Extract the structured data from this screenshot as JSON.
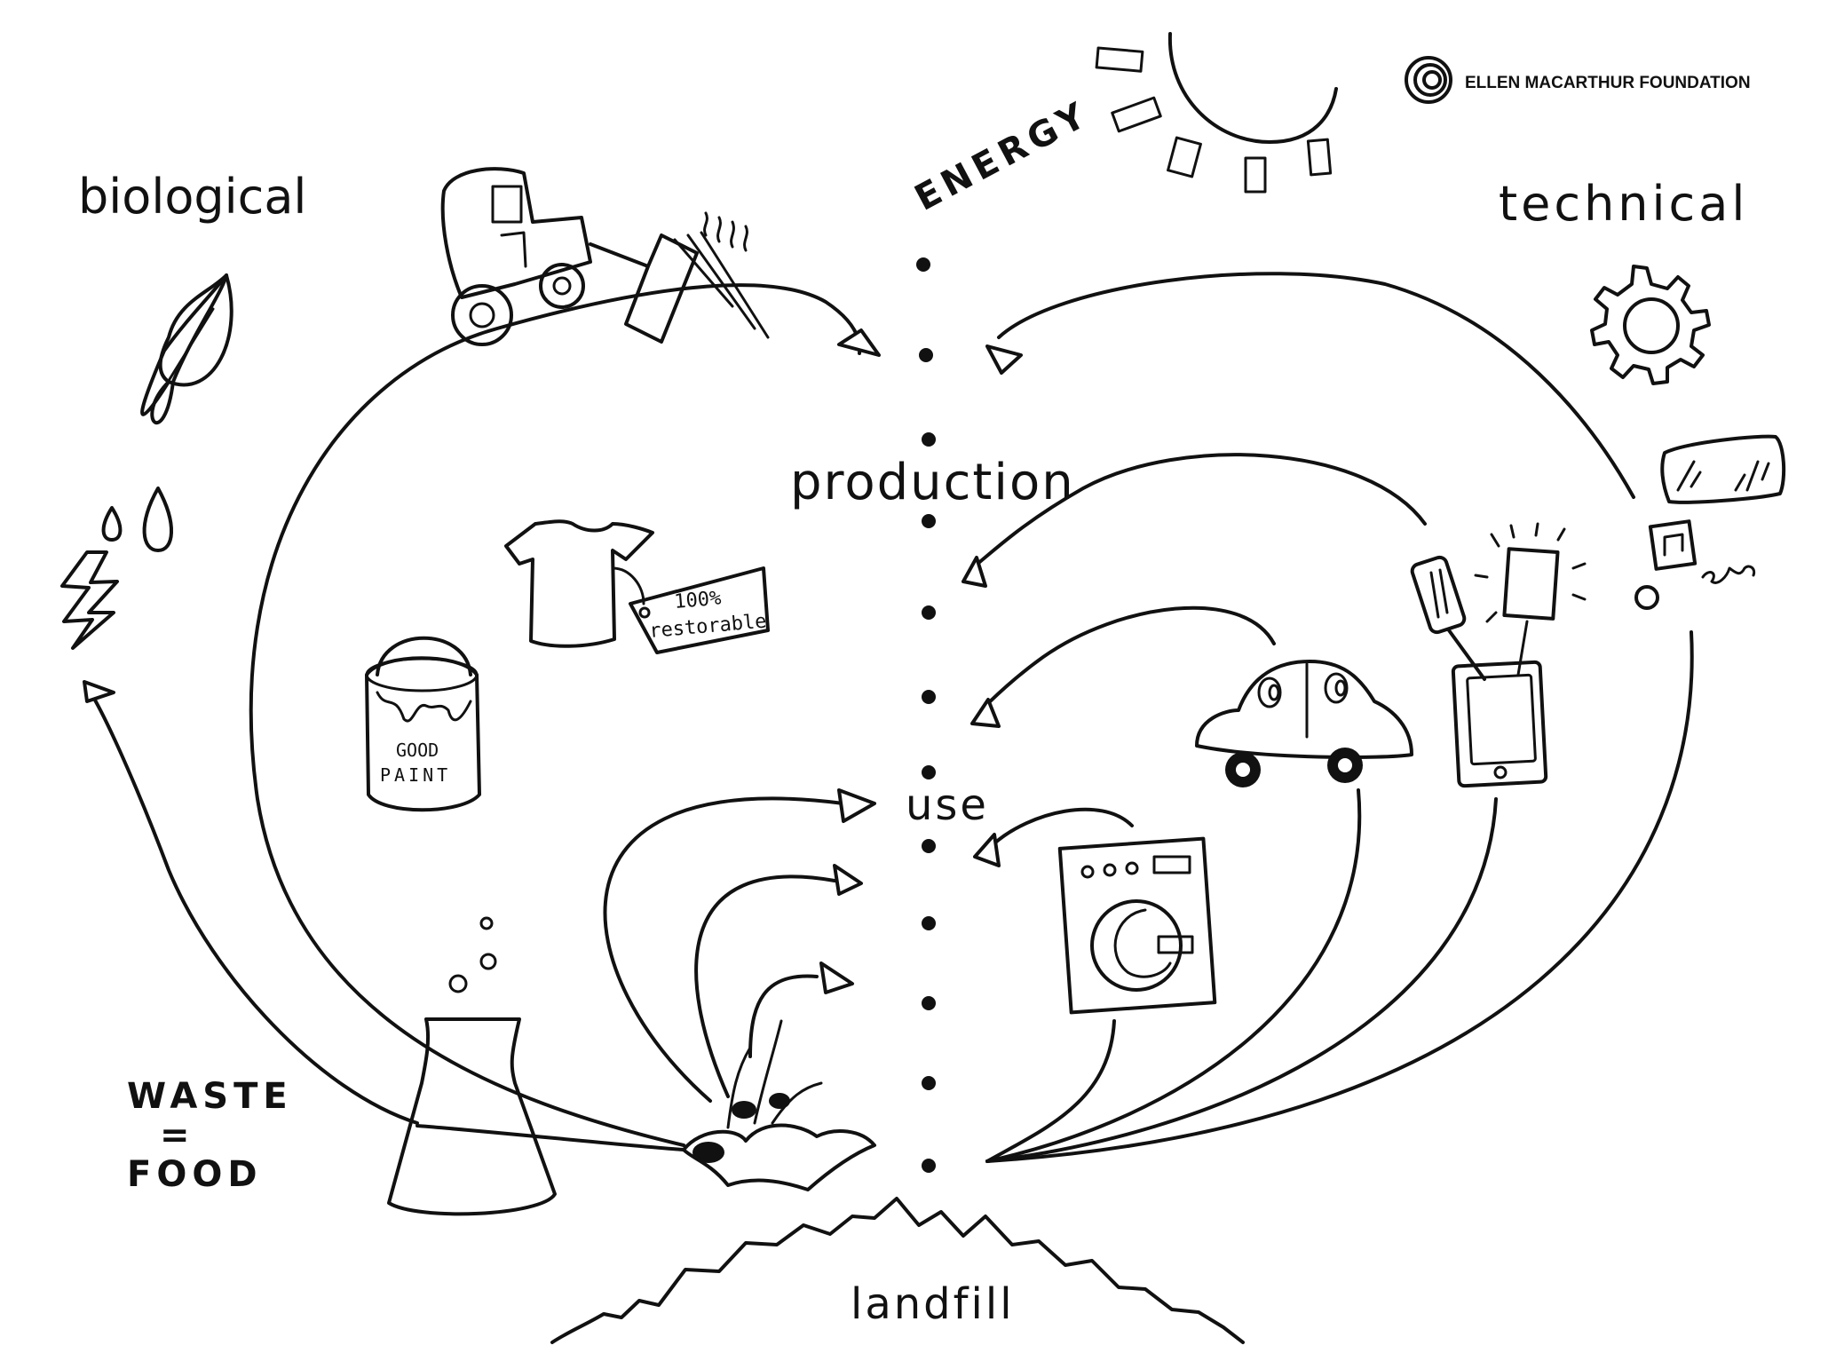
{
  "logo": {
    "text": "ELLEN MACARTHUR FOUNDATION"
  },
  "labels": {
    "biological": "biological",
    "technical": "technical",
    "energy": "ENERGY",
    "production": "production",
    "use": "use",
    "waste": "WASTE",
    "equals": "=",
    "food": "FOOD",
    "landfill": "landfill"
  },
  "items": {
    "tag_percent": "100%",
    "tag_word": "restorable",
    "paint_line1": "GOOD",
    "paint_line2": "PAINT"
  }
}
